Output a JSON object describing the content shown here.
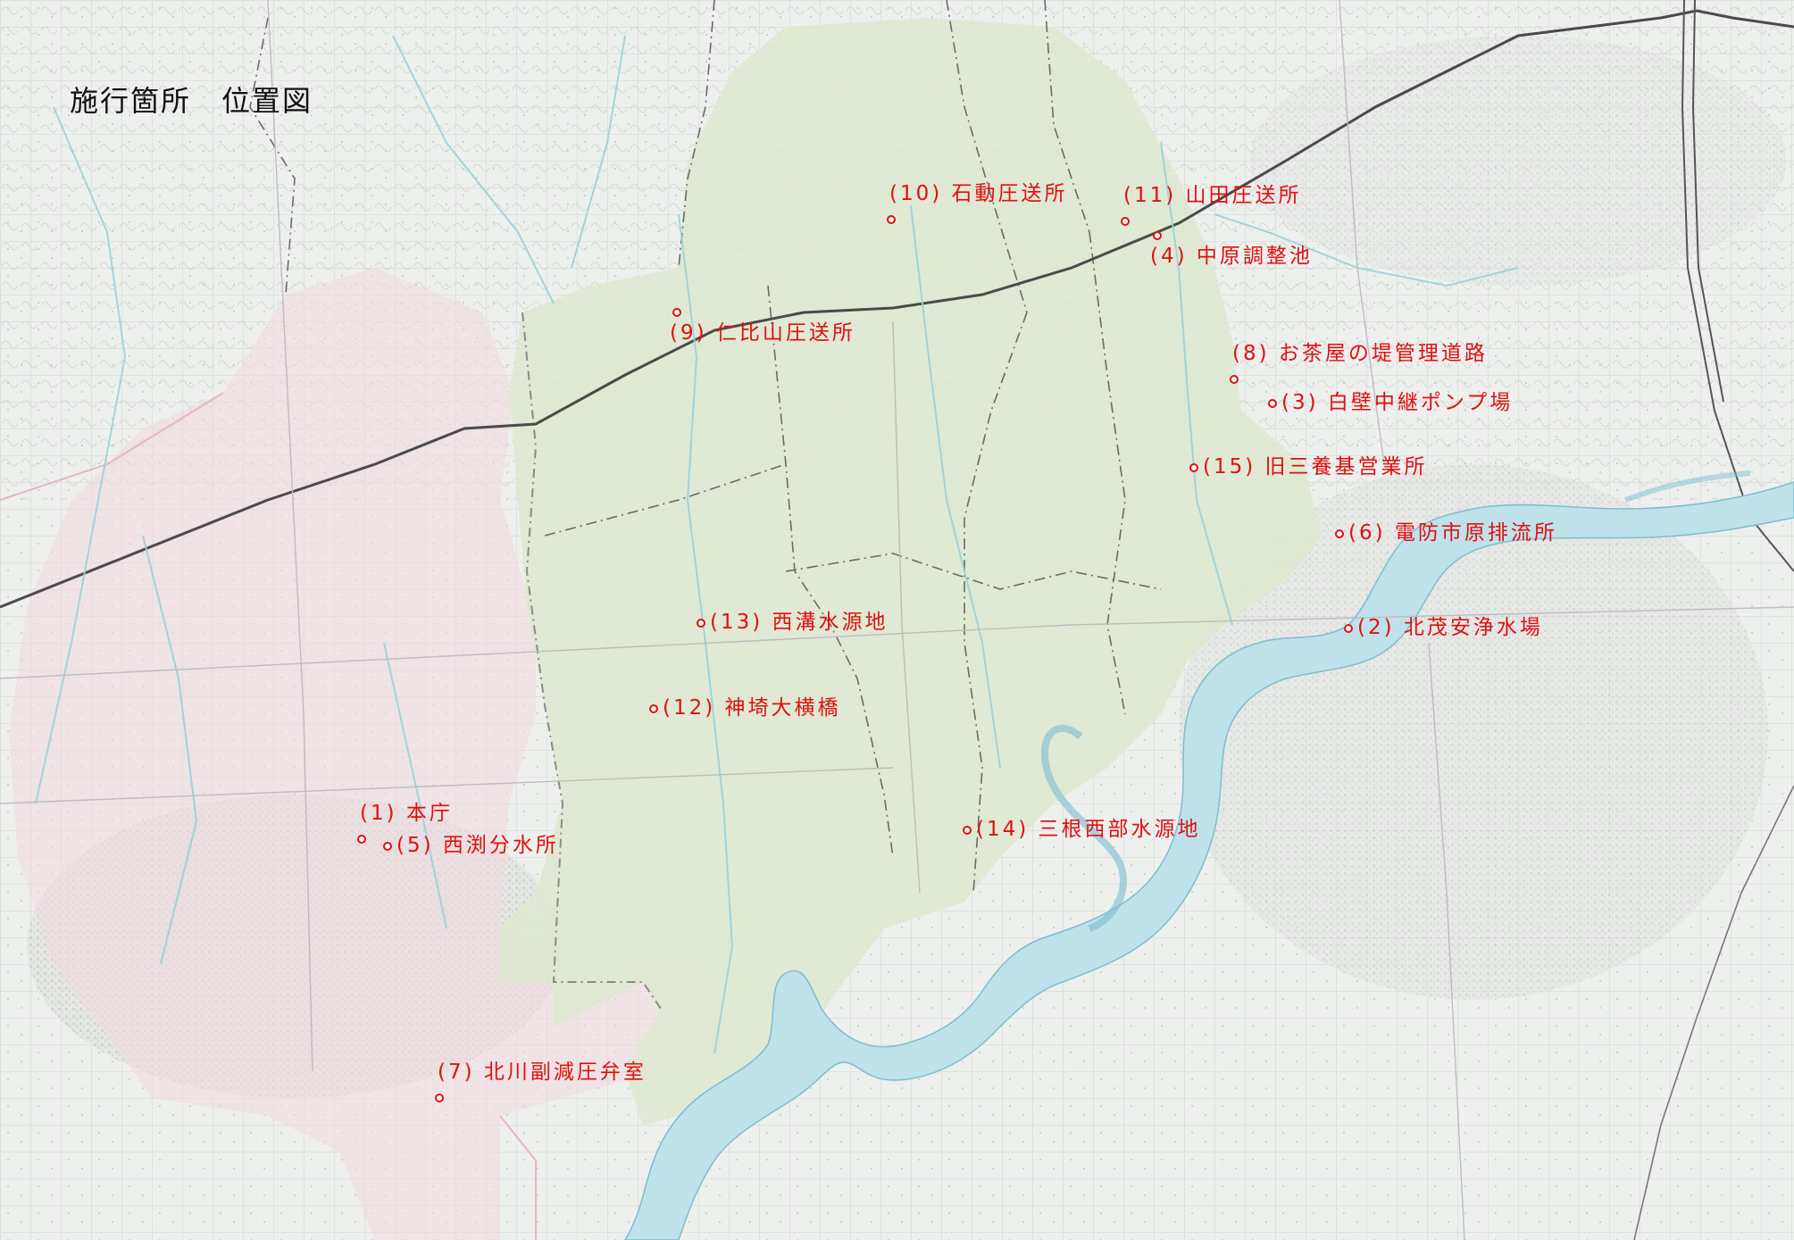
{
  "title": "施行箇所　位置図",
  "colors": {
    "background": "#eef0ee",
    "green_district": "#dde8cf",
    "pink_district": "#f1d8df",
    "river": "#bfe1ea",
    "river_outline": "#7cbdd0",
    "marker": "#e01010",
    "railway": "#555555",
    "boundary": "#6a6a6a"
  },
  "markers": [
    {
      "id": "1",
      "label": "(1) 本庁"
    },
    {
      "id": "2",
      "label": "(2) 北茂安浄水場"
    },
    {
      "id": "3",
      "label": "(3) 白壁中継ポンプ場"
    },
    {
      "id": "4",
      "label": "(4) 中原調整池"
    },
    {
      "id": "5",
      "label": "(5) 西渕分水所"
    },
    {
      "id": "6",
      "label": "(6) 電防市原排流所"
    },
    {
      "id": "7",
      "label": "(7) 北川副減圧弁室"
    },
    {
      "id": "8",
      "label": "(8) お茶屋の堤管理道路"
    },
    {
      "id": "9",
      "label": "(9) 仁比山圧送所"
    },
    {
      "id": "10",
      "label": "(10) 石動圧送所"
    },
    {
      "id": "11",
      "label": "(11) 山田圧送所"
    },
    {
      "id": "12",
      "label": "(12) 神埼大横橋"
    },
    {
      "id": "13",
      "label": "(13) 西溝水源地"
    },
    {
      "id": "14",
      "label": "(14) 三根西部水源地"
    },
    {
      "id": "15",
      "label": "(15) 旧三養基営業所"
    }
  ]
}
